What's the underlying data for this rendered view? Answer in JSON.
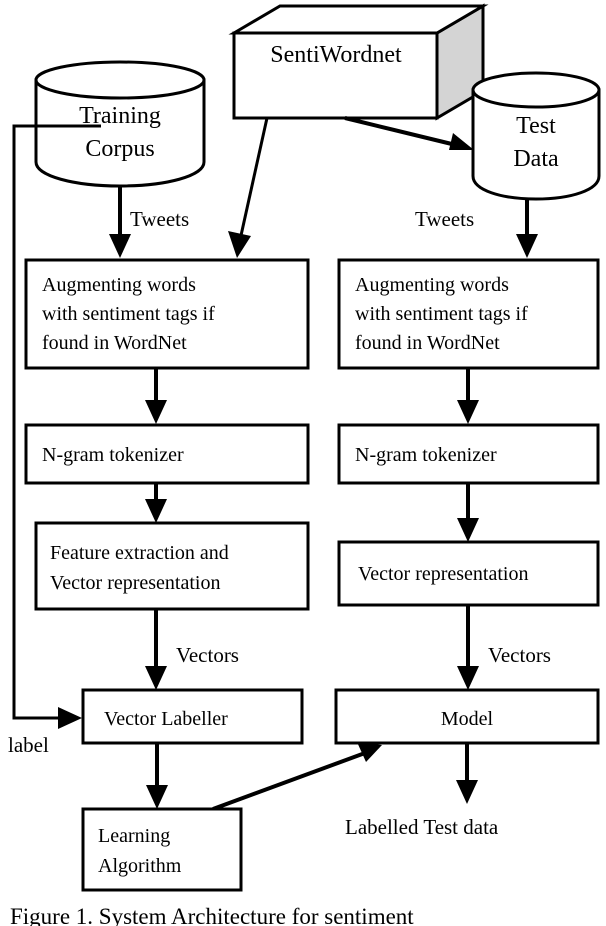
{
  "figure": {
    "caption": "Figure  1.    System  Architecture  for  sentiment",
    "title": "System Architecture for sentiment"
  },
  "nodes": {
    "training_corpus": {
      "line1": "Training",
      "line2": "Corpus",
      "shape": "cylinder"
    },
    "sentiwordnet": {
      "label": "SentiWordnet",
      "shape": "cube-3d"
    },
    "test_data": {
      "line1": "Test",
      "line2": "Data",
      "shape": "cylinder"
    },
    "augment_left": {
      "line1": "Augmenting words",
      "line2": "with sentiment tags if",
      "line3": "found in WordNet",
      "shape": "rect"
    },
    "augment_right": {
      "line1": "Augmenting words",
      "line2": "with sentiment tags if",
      "line3": "found in WordNet",
      "shape": "rect"
    },
    "tokenizer_left": {
      "label": "N-gram tokenizer",
      "shape": "rect"
    },
    "tokenizer_right": {
      "label": "N-gram tokenizer",
      "shape": "rect"
    },
    "feature_extraction": {
      "line1": "Feature extraction and",
      "line2": "Vector representation",
      "shape": "rect"
    },
    "vector_representation": {
      "label": "Vector representation",
      "shape": "rect"
    },
    "vector_labeller": {
      "label": "Vector Labeller",
      "shape": "rect"
    },
    "model": {
      "label": "Model",
      "shape": "rect"
    },
    "learning_algorithm": {
      "line1": "Learning",
      "line2": "Algorithm",
      "shape": "rect"
    }
  },
  "edge_labels": {
    "tweets_left": "Tweets",
    "tweets_right": "Tweets",
    "vectors_left": "Vectors",
    "vectors_right": "Vectors",
    "label_feedback": "label",
    "output": "Labelled Test data"
  },
  "colors": {
    "stroke": "#000000",
    "fill": "#ffffff",
    "cube_side_shade": "#d4d4d4",
    "background": "#ffffff"
  }
}
